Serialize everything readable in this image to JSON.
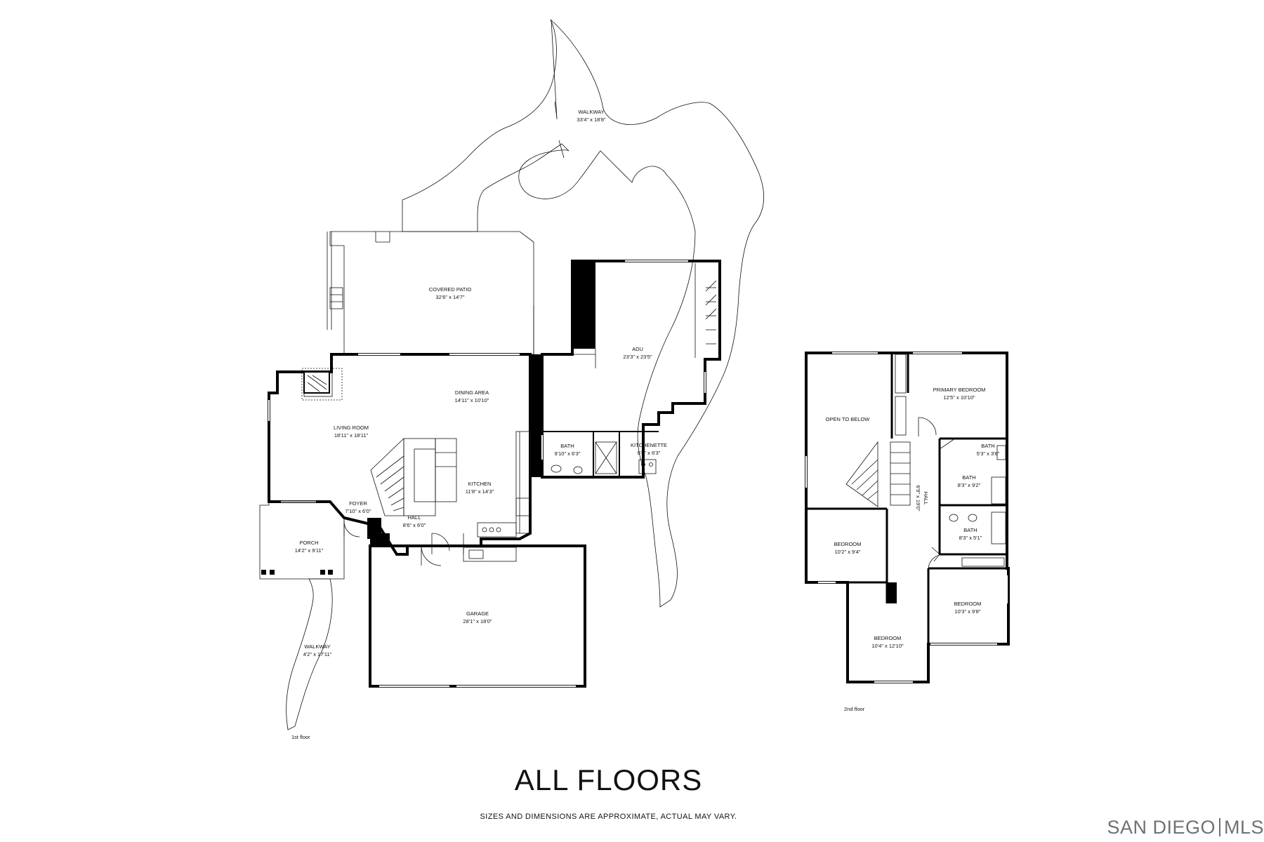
{
  "title": "ALL FLOORS",
  "subtitle": "SIZES AND DIMENSIONS ARE APPROXIMATE, ACTUAL MAY VARY.",
  "brand": {
    "left": "SAN DIEGO",
    "right": "MLS",
    "color": "#6e7275"
  },
  "floors": {
    "first": {
      "label": "1st floor",
      "rooms": {
        "walkway_top": {
          "name": "WALKWAY",
          "dims": "33'4\" x 18'8\""
        },
        "covered_patio": {
          "name": "COVERED PATIO",
          "dims": "32'6\" x 14'7\""
        },
        "adu": {
          "name": "ADU",
          "dims": "23'3\" x 23'5\""
        },
        "dining_area": {
          "name": "DINING AREA",
          "dims": "14'11\" x 10'10\""
        },
        "living_room": {
          "name": "LIVING ROOM",
          "dims": "18'11\" x 18'11\""
        },
        "bath": {
          "name": "BATH",
          "dims": "9'10\" x 6'3\""
        },
        "kitchenette": {
          "name": "KITCHENETTE",
          "dims": "6'8\" x 6'3\""
        },
        "kitchen": {
          "name": "KITCHEN",
          "dims": "11'8\" x 14'3\""
        },
        "foyer": {
          "name": "FOYER",
          "dims": "7'10\" x 6'0\""
        },
        "hall": {
          "name": "HALL",
          "dims": "8'6\" x 6'0\""
        },
        "porch": {
          "name": "PORCH",
          "dims": "14'2\" x 9'11\""
        },
        "garage": {
          "name": "GARAGE",
          "dims": "28'1\" x 18'0\""
        },
        "walkway_bottom": {
          "name": "WALKWAY",
          "dims": "4'2\" x 17'11\""
        }
      }
    },
    "second": {
      "label": "2nd floor",
      "rooms": {
        "open_to_below": {
          "name": "OPEN TO BELOW"
        },
        "primary_bedroom": {
          "name": "PRIMARY BEDROOM",
          "dims": "12'5\" x 10'10\""
        },
        "bath_small": {
          "name": "BATH",
          "dims": "5'3\" x 3'8\""
        },
        "bath_mid": {
          "name": "BATH",
          "dims": "8'3\" x 9'2\""
        },
        "bath_low": {
          "name": "BATH",
          "dims": "8'3\" x 5'1\""
        },
        "hall": {
          "name": "HALL",
          "dims": "6'9\" x 19'0\""
        },
        "bedroom_left": {
          "name": "BEDROOM",
          "dims": "10'2\" x 9'4\""
        },
        "bedroom_right": {
          "name": "BEDROOM",
          "dims": "10'3\" x 9'8\""
        },
        "bedroom_bottom": {
          "name": "BEDROOM",
          "dims": "10'4\" x 12'10\""
        }
      }
    }
  }
}
